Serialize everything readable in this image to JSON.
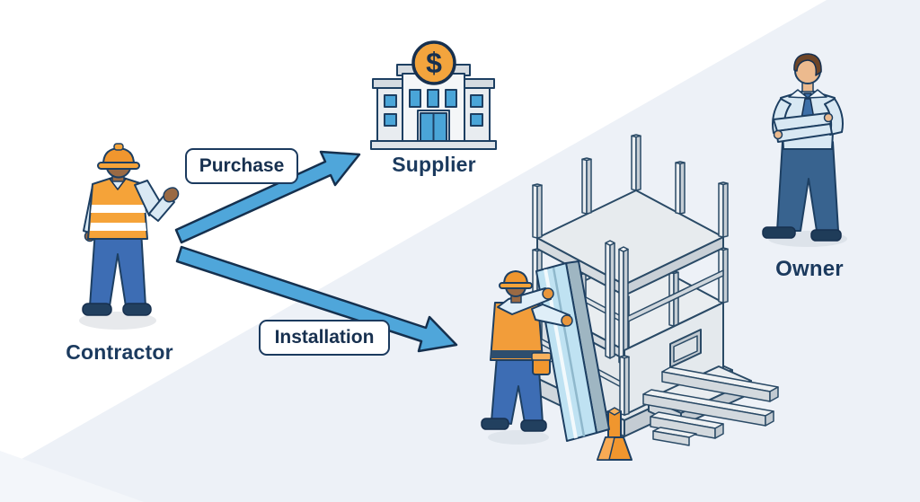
{
  "background": {
    "upper_left_color": "#ffffff",
    "lower_right_color": "#edf1f7"
  },
  "palette": {
    "outline_navy": "#1d3f62",
    "label_text": "#17304f",
    "arrow_blue": "#4fa6da",
    "accent_orange": "#f29d3a",
    "hardhat_orange": "#f0962e",
    "pants_blue": "#3d6db4",
    "shirt_light_blue": "#d9e9f4",
    "window_blue": "#4aa5d8",
    "panel_blue": "#bfe2f2",
    "structure_light": "#e9edf0",
    "structure_shade": "#c6ced5"
  },
  "actors": {
    "contractor": {
      "label": "Contractor"
    },
    "supplier": {
      "label": "Supplier",
      "coin_symbol": "$"
    },
    "owner": {
      "label": "Owner"
    }
  },
  "flows": {
    "purchase": {
      "label": "Purchase",
      "from": "contractor",
      "to": "supplier"
    },
    "installation": {
      "label": "Installation",
      "from": "contractor",
      "to": "construction-site"
    }
  }
}
